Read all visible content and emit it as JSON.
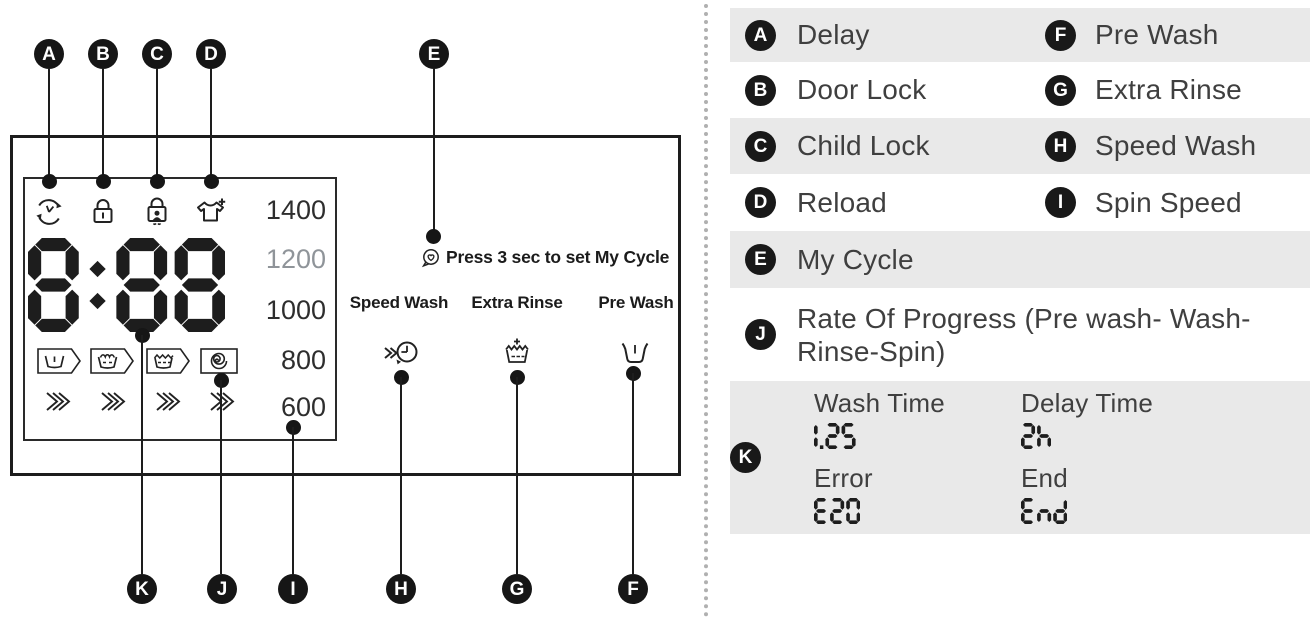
{
  "display_panel": {
    "time_display": "8:88",
    "spin_speeds": [
      "1400",
      "1200",
      "1000",
      "800",
      "600"
    ],
    "dimmed_speed": "1200",
    "my_cycle_hint": "Press 3 sec to set My Cycle",
    "options": [
      "Speed Wash",
      "Extra Rinse",
      "Pre Wash"
    ]
  },
  "callouts": {
    "top": [
      "A",
      "B",
      "C",
      "D",
      "E"
    ],
    "bottom": [
      "K",
      "J",
      "I",
      "H",
      "G",
      "F"
    ]
  },
  "legend": {
    "pairs": [
      {
        "left_letter": "A",
        "left_label": "Delay",
        "right_letter": "F",
        "right_label": "Pre Wash"
      },
      {
        "left_letter": "B",
        "left_label": "Door Lock",
        "right_letter": "G",
        "right_label": "Extra Rinse"
      },
      {
        "left_letter": "C",
        "left_label": "Child Lock",
        "right_letter": "H",
        "right_label": "Speed Wash"
      },
      {
        "left_letter": "D",
        "left_label": "Reload",
        "right_letter": "I",
        "right_label": "Spin Speed"
      }
    ],
    "e_row": {
      "letter": "E",
      "label": "My Cycle"
    },
    "j_row": {
      "letter": "J",
      "label": "Rate Of Progress (Pre wash- Wash-Rinse-Spin)"
    },
    "k_row": {
      "letter": "K",
      "col1": [
        {
          "label": "Wash Time",
          "value": "1.25"
        },
        {
          "label": "Error",
          "value": "E20"
        }
      ],
      "col2": [
        {
          "label": "Delay Time",
          "value": "2h"
        },
        {
          "label": "End",
          "value": "End"
        }
      ]
    }
  },
  "icons": [
    "delay-clock-icon",
    "door-lock-icon",
    "child-lock-icon",
    "reload-shirt-icon",
    "my-cycle-heart-bubble-icon",
    "prewash-stage-icon",
    "wash-stage-icon",
    "rinse-stage-icon",
    "spin-stage-icon",
    "progress-chevrons-icon",
    "speed-wash-icon",
    "extra-rinse-icon",
    "pre-wash-icon"
  ],
  "colors": {
    "shaded_row": "#e9e9e9",
    "badge": "#191919",
    "ink": "#1e1e1e",
    "legend_text": "#3f3f3f",
    "dimmed_speed": "#8f9499"
  }
}
